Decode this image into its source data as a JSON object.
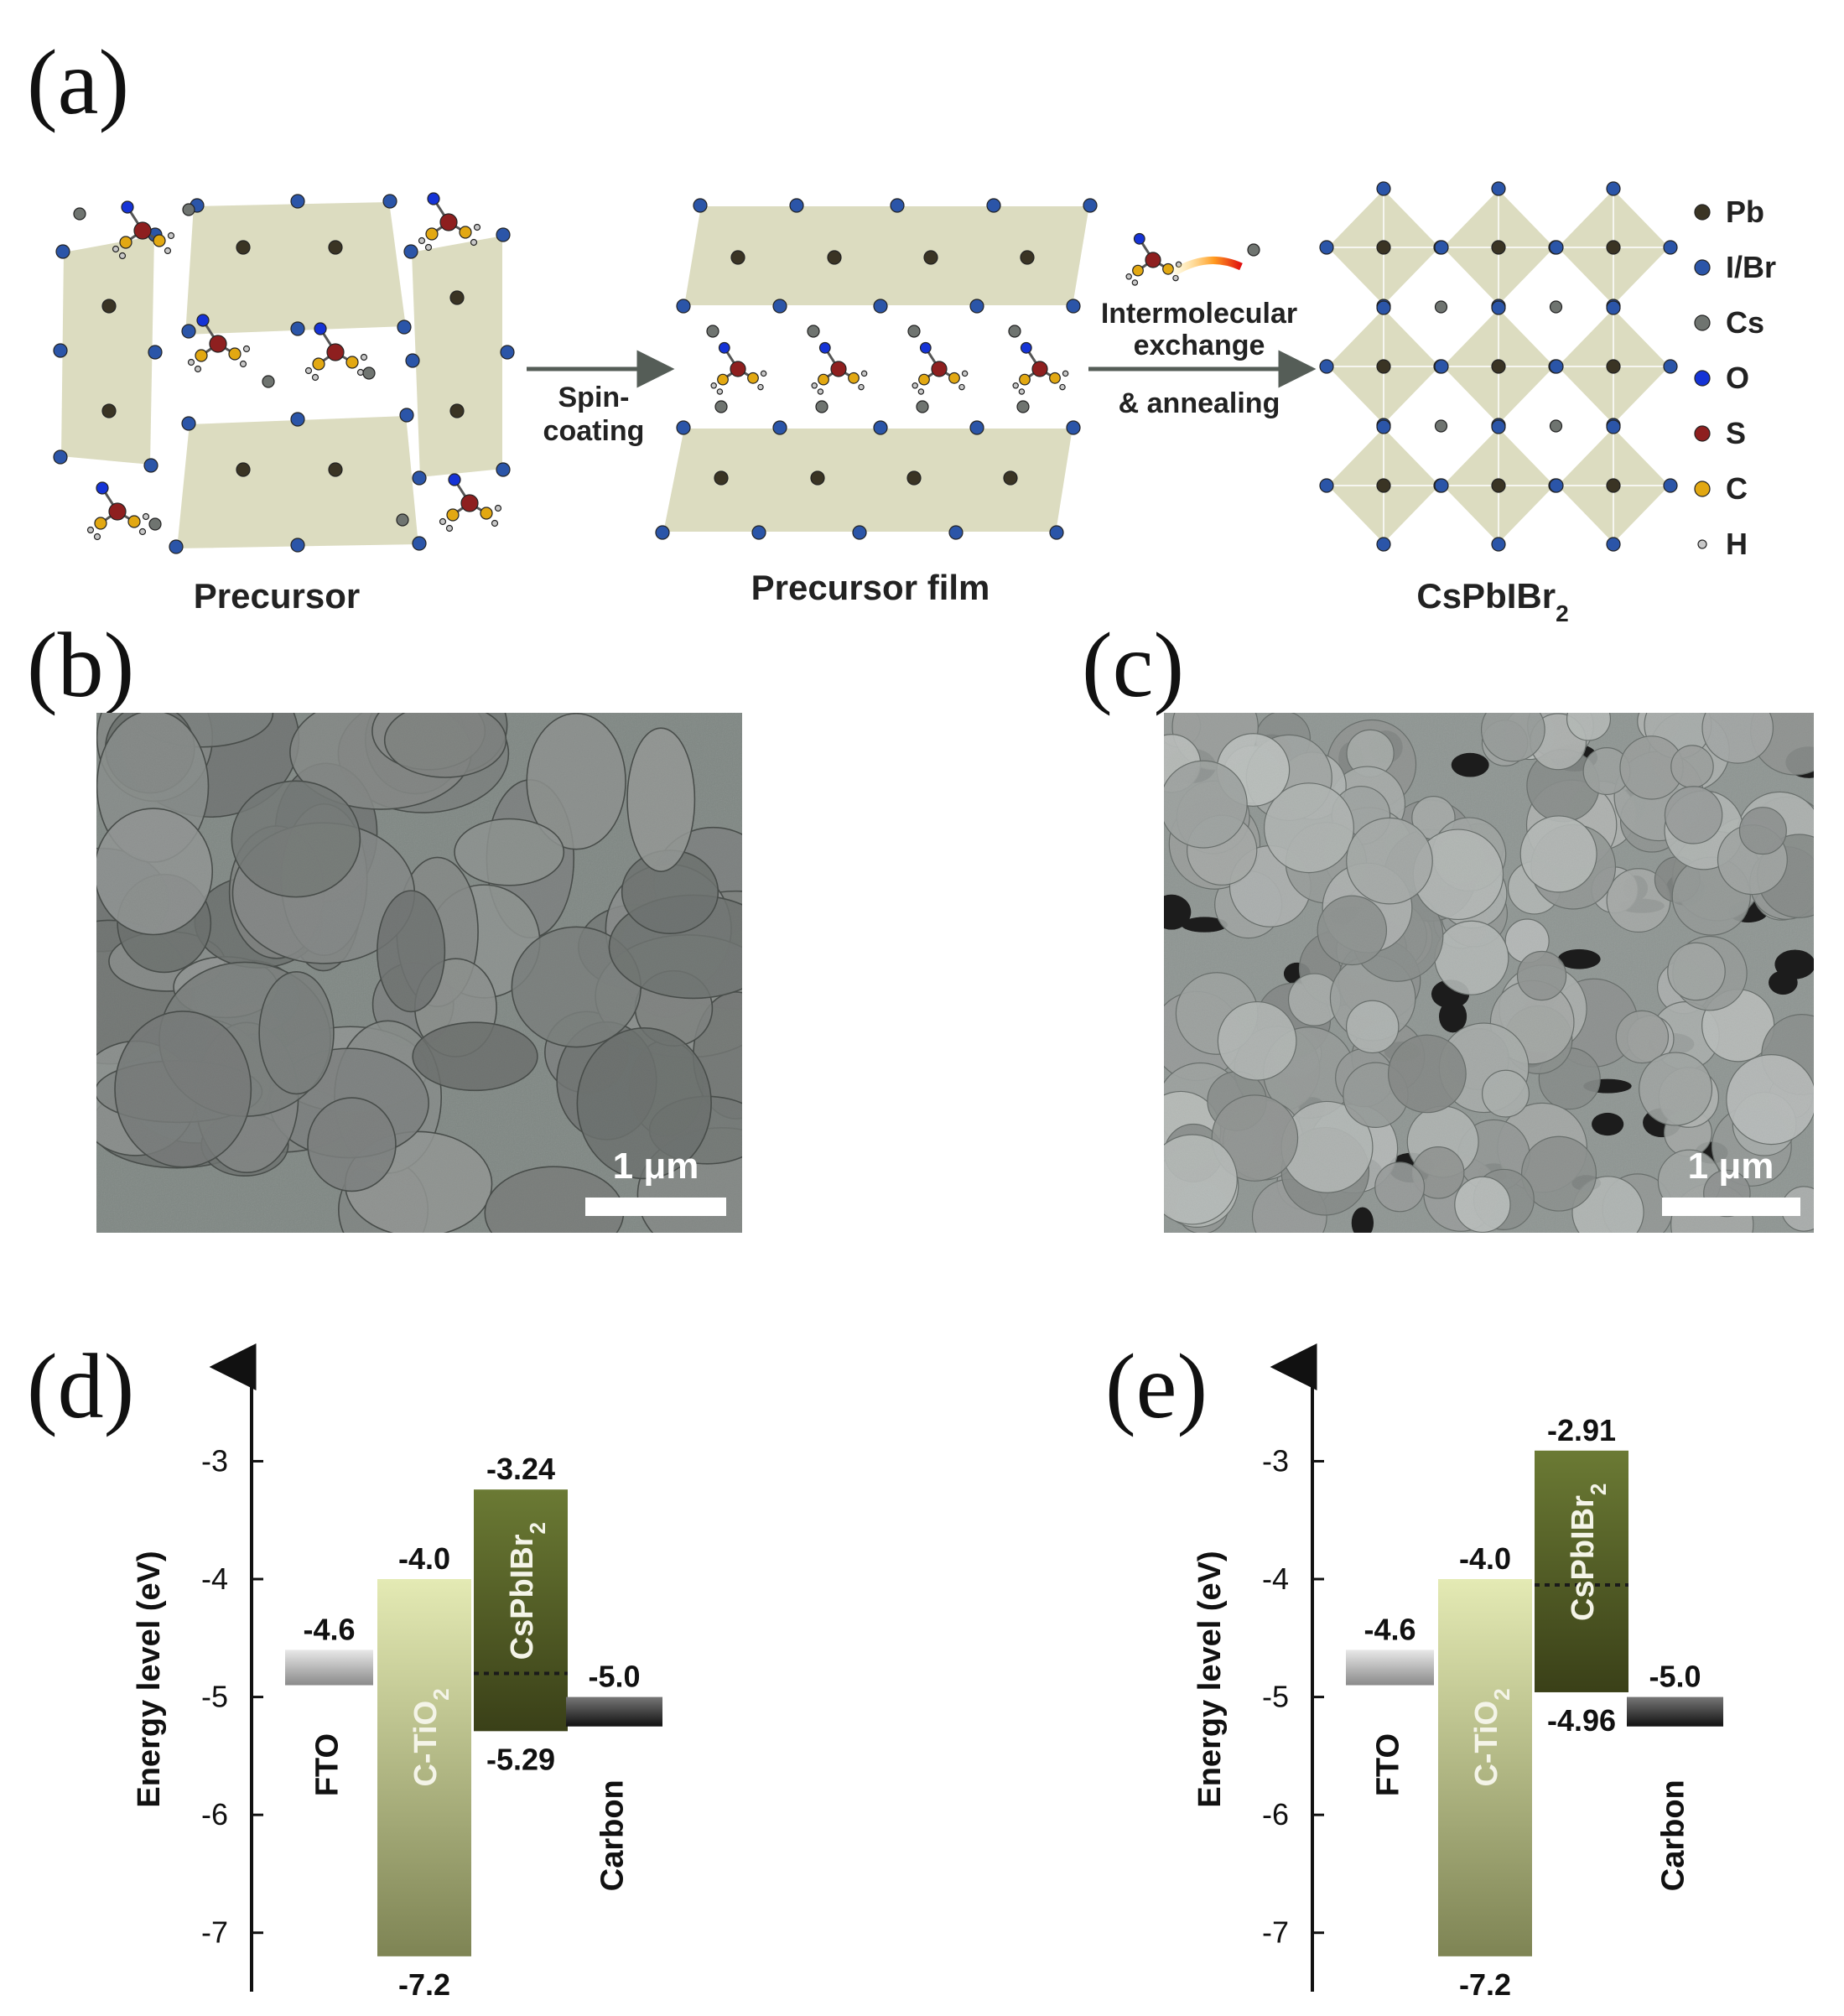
{
  "panels": {
    "a": "(a)",
    "b": "(b)",
    "c": "(c)",
    "d": "(d)",
    "e": "(e)"
  },
  "schematic": {
    "stage_precursor": "Precursor",
    "stage_film": "Precursor film",
    "stage_product": "CsPbIBr",
    "stage_product_sub": "2",
    "arrow1_line1": "Spin-",
    "arrow1_line2": "coating",
    "arrow2_line1": "Intermolecular",
    "arrow2_line2": "exchange",
    "arrow2_line3": "& annealing",
    "legend": [
      {
        "label": "Pb",
        "color": "#3a3424"
      },
      {
        "label": "I/Br",
        "color": "#2b55a8"
      },
      {
        "label": "Cs",
        "color": "#6f7470"
      },
      {
        "label": "O",
        "color": "#1533d6"
      },
      {
        "label": "S",
        "color": "#8e1f1f"
      },
      {
        "label": "C",
        "color": "#e2a812"
      },
      {
        "label": "H",
        "color": "#c8c8c8"
      }
    ],
    "octahedron_color": "#dcdcc0"
  },
  "sem": {
    "b_scale": "1 μm",
    "c_scale": "1 μm"
  },
  "chart_data": [
    {
      "type": "bar",
      "panel": "(d)",
      "ylabel": "Energy  level (eV)",
      "ylim": [
        -7.5,
        -2.2
      ],
      "yticks": [
        -3,
        -4,
        -5,
        -6,
        -7
      ],
      "series": [
        {
          "name": "FTO",
          "top": -4.6,
          "bottom": -4.9,
          "top_label": "-4.6",
          "color": "#a9a9a9"
        },
        {
          "name": "C-TiO",
          "name_sub": "2",
          "top": -4.0,
          "bottom": -7.2,
          "top_label": "-4.0",
          "bottom_label": "-7.2",
          "color": "#b9c184"
        },
        {
          "name": "CsPbIBr",
          "name_sub": "2",
          "top": -3.24,
          "bottom": -5.29,
          "top_label": "-3.24",
          "bottom_label": "-5.29",
          "fermi": -4.8,
          "color": "#55602a"
        },
        {
          "name": "Carbon",
          "top": -5.0,
          "bottom": -5.25,
          "top_label": "-5.0",
          "color": "#333333"
        }
      ]
    },
    {
      "type": "bar",
      "panel": "(e)",
      "ylabel": "Energy  level (eV)",
      "ylim": [
        -7.5,
        -2.2
      ],
      "yticks": [
        -3,
        -4,
        -5,
        -6,
        -7
      ],
      "series": [
        {
          "name": "FTO",
          "top": -4.6,
          "bottom": -4.9,
          "top_label": "-4.6",
          "color": "#a9a9a9"
        },
        {
          "name": "C-TiO",
          "name_sub": "2",
          "top": -4.0,
          "bottom": -7.2,
          "top_label": "-4.0",
          "bottom_label": "-7.2",
          "color": "#b9c184"
        },
        {
          "name": "CsPbIBr",
          "name_sub": "2",
          "top": -2.91,
          "bottom": -4.96,
          "top_label": "-2.91",
          "bottom_label": "-4.96",
          "fermi": -4.05,
          "color": "#55602a"
        },
        {
          "name": "Carbon",
          "top": -5.0,
          "bottom": -5.25,
          "top_label": "-5.0",
          "color": "#333333"
        }
      ]
    }
  ]
}
